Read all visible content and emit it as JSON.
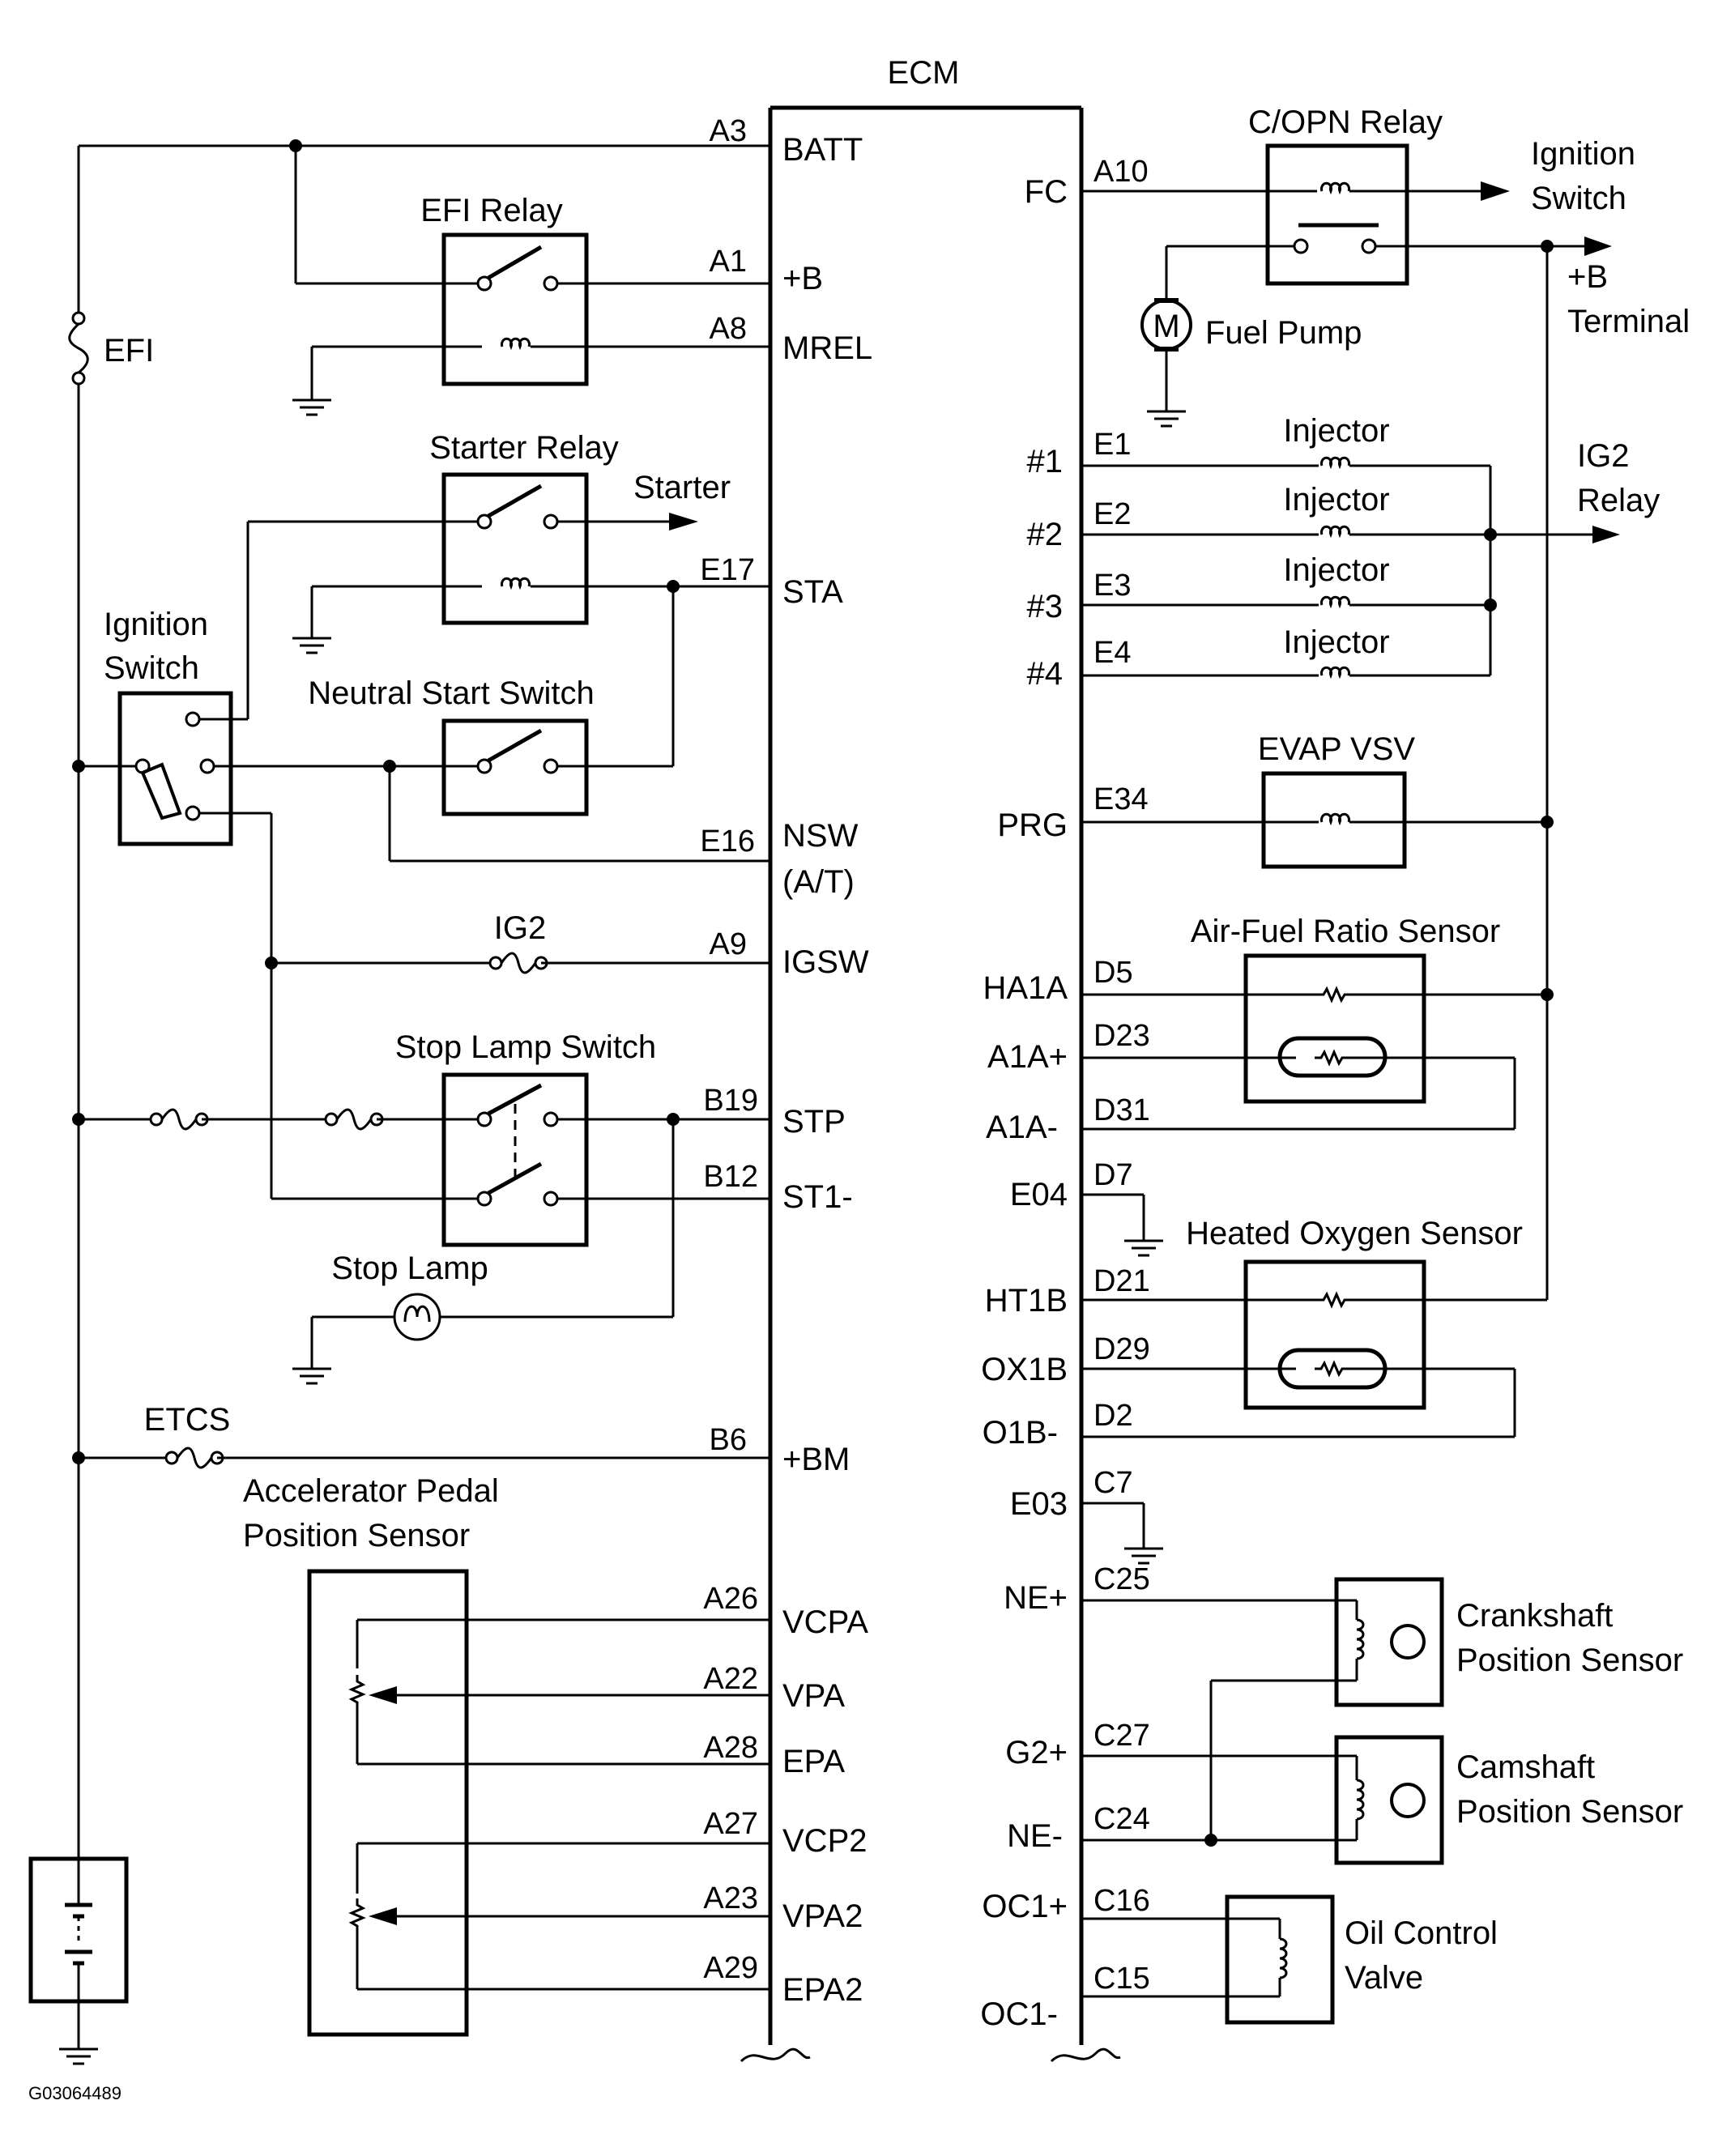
{
  "ecm": {
    "title": "ECM"
  },
  "left_pins": [
    {
      "id": "batt",
      "pin": "A3",
      "name": "BATT"
    },
    {
      "id": "b",
      "pin": "A1",
      "name": "+B"
    },
    {
      "id": "mrel",
      "pin": "A8",
      "name": "MREL"
    },
    {
      "id": "sta",
      "pin": "E17",
      "name": "STA"
    },
    {
      "id": "nsw",
      "pin": "E16",
      "name": "NSW",
      "sub": "(A/T)"
    },
    {
      "id": "igsw",
      "pin": "A9",
      "name": "IGSW"
    },
    {
      "id": "stp",
      "pin": "B19",
      "name": "STP"
    },
    {
      "id": "st1",
      "pin": "B12",
      "name": "ST1-"
    },
    {
      "id": "bm",
      "pin": "B6",
      "name": "+BM"
    },
    {
      "id": "vcpa",
      "pin": "A26",
      "name": "VCPA"
    },
    {
      "id": "vpa",
      "pin": "A22",
      "name": "VPA"
    },
    {
      "id": "epa",
      "pin": "A28",
      "name": "EPA"
    },
    {
      "id": "vcp2",
      "pin": "A27",
      "name": "VCP2"
    },
    {
      "id": "vpa2",
      "pin": "A23",
      "name": "VPA2"
    },
    {
      "id": "epa2",
      "pin": "A29",
      "name": "EPA2"
    }
  ],
  "right_pins": [
    {
      "id": "fc",
      "pin": "A10",
      "name": "FC"
    },
    {
      "id": "inj1",
      "pin": "E1",
      "name": "#1"
    },
    {
      "id": "inj2",
      "pin": "E2",
      "name": "#2"
    },
    {
      "id": "inj3",
      "pin": "E3",
      "name": "#3"
    },
    {
      "id": "inj4",
      "pin": "E4",
      "name": "#4"
    },
    {
      "id": "prg",
      "pin": "E34",
      "name": "PRG"
    },
    {
      "id": "ha1a",
      "pin": "D5",
      "name": "HA1A"
    },
    {
      "id": "a1ap",
      "pin": "D23",
      "name": "A1A+"
    },
    {
      "id": "a1am",
      "pin": "D31",
      "name": "A1A-"
    },
    {
      "id": "e04",
      "pin": "D7",
      "name": "E04"
    },
    {
      "id": "ht1b",
      "pin": "D21",
      "name": "HT1B"
    },
    {
      "id": "ox1b",
      "pin": "D29",
      "name": "OX1B"
    },
    {
      "id": "o1b",
      "pin": "D2",
      "name": "O1B-"
    },
    {
      "id": "e03",
      "pin": "C7",
      "name": "E03"
    },
    {
      "id": "nep",
      "pin": "C25",
      "name": "NE+"
    },
    {
      "id": "g2p",
      "pin": "C27",
      "name": "G2+"
    },
    {
      "id": "nem",
      "pin": "C24",
      "name": "NE-"
    },
    {
      "id": "oc1p",
      "pin": "C16",
      "name": "OC1+"
    },
    {
      "id": "oc1m",
      "pin": "C15",
      "name": "OC1-"
    }
  ],
  "components": {
    "efi_relay": "EFI Relay",
    "efi_fuse": "EFI",
    "starter_relay": "Starter Relay",
    "starter": "Starter",
    "ign_switch_1": "Ignition",
    "ign_switch_2": "Switch",
    "neutral_start": "Neutral Start Switch",
    "ig2_fuse": "IG2",
    "stop_lamp_switch": "Stop Lamp Switch",
    "stop_lamp": "Stop Lamp",
    "etcs_fuse": "ETCS",
    "accel_1": "Accelerator Pedal",
    "accel_2": "Position Sensor",
    "copn_relay": "C/OPN Relay",
    "ign_switch_r1": "Ignition",
    "ign_switch_r2": "Switch",
    "b_term_1": "+B",
    "b_term_2": "Terminal",
    "fuel_pump": "Fuel Pump",
    "motor": "M",
    "injector": "Injector",
    "ig2_relay_1": "IG2",
    "ig2_relay_2": "Relay",
    "evap_vsv": "EVAP VSV",
    "af_sensor": "Air-Fuel Ratio Sensor",
    "ho2_sensor": "Heated Oxygen Sensor",
    "crank_1": "Crankshaft",
    "crank_2": "Position Sensor",
    "cam_1": "Camshaft",
    "cam_2": "Position Sensor",
    "ocv_1": "Oil Control",
    "ocv_2": "Valve"
  },
  "figure_code": "G03064489"
}
